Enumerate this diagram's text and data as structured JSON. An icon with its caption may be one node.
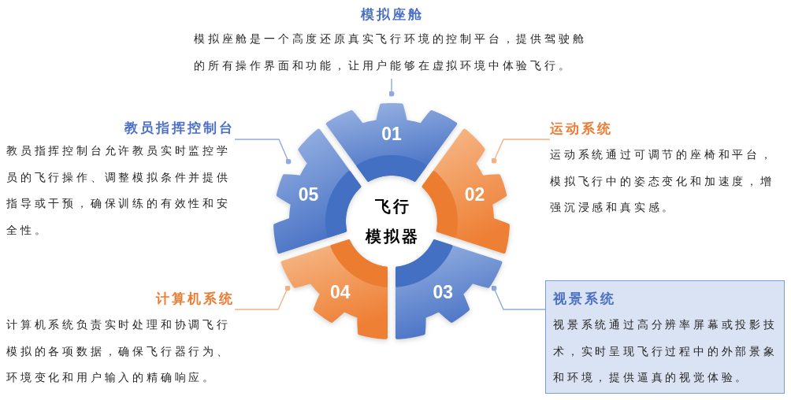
{
  "diagram": {
    "nodes": [
      {
        "text": [
          "模拟座舱",
          "模拟座舱是一个高度还原真实飞行环境的控制平台，提供驾驶舱的所有操作界面和功能，让用户能够在虚拟环境中体验飞行。"
        ]
      },
      {
        "text": [
          "教员指挥控制台",
          "教员指挥控制台允许教员实时监控学员的飞行操作、调整模拟条件并提供指导或干预，确保训练的有效性和安全性。"
        ]
      },
      {
        "text": [
          "运动系统",
          "运动系统通过可调节的座椅和平台，模拟飞行中的姿态变化和加速度，增强沉浸感和真实感。"
        ]
      },
      {
        "text": [
          "飞行",
          "模拟器"
        ]
      },
      {
        "text": [
          "01"
        ]
      },
      {
        "text": [
          "02"
        ]
      },
      {
        "text": [
          "03"
        ]
      },
      {
        "text": [
          "04"
        ]
      },
      {
        "text": [
          "05"
        ]
      },
      {
        "text": [
          "计算机系统",
          "计算机系统负责实时处理和协调飞行模拟的各项数据，确保飞行器行为、环境变化和用户输入的精确响应。"
        ]
      },
      {
        "text": [
          "视景系统",
          "视景系统通过高分辨率屏幕或投影技术，实时呈现飞行过程中的外部景象和环境，提供逼真的视觉体验。"
        ]
      }
    ],
    "edges": [
      {
        "from": 0,
        "to": 4,
        "arrow": "other"
      },
      {
        "from": 1,
        "to": 8,
        "arrow": "other"
      },
      {
        "from": 2,
        "to": 5,
        "arrow": "other",
        "color": "#f4b183"
      },
      {
        "from": 9,
        "to": 7,
        "arrow": "other",
        "color": "#f4b183"
      },
      {
        "from": 10,
        "to": 6,
        "arrow": "other"
      }
    ]
  }
}
